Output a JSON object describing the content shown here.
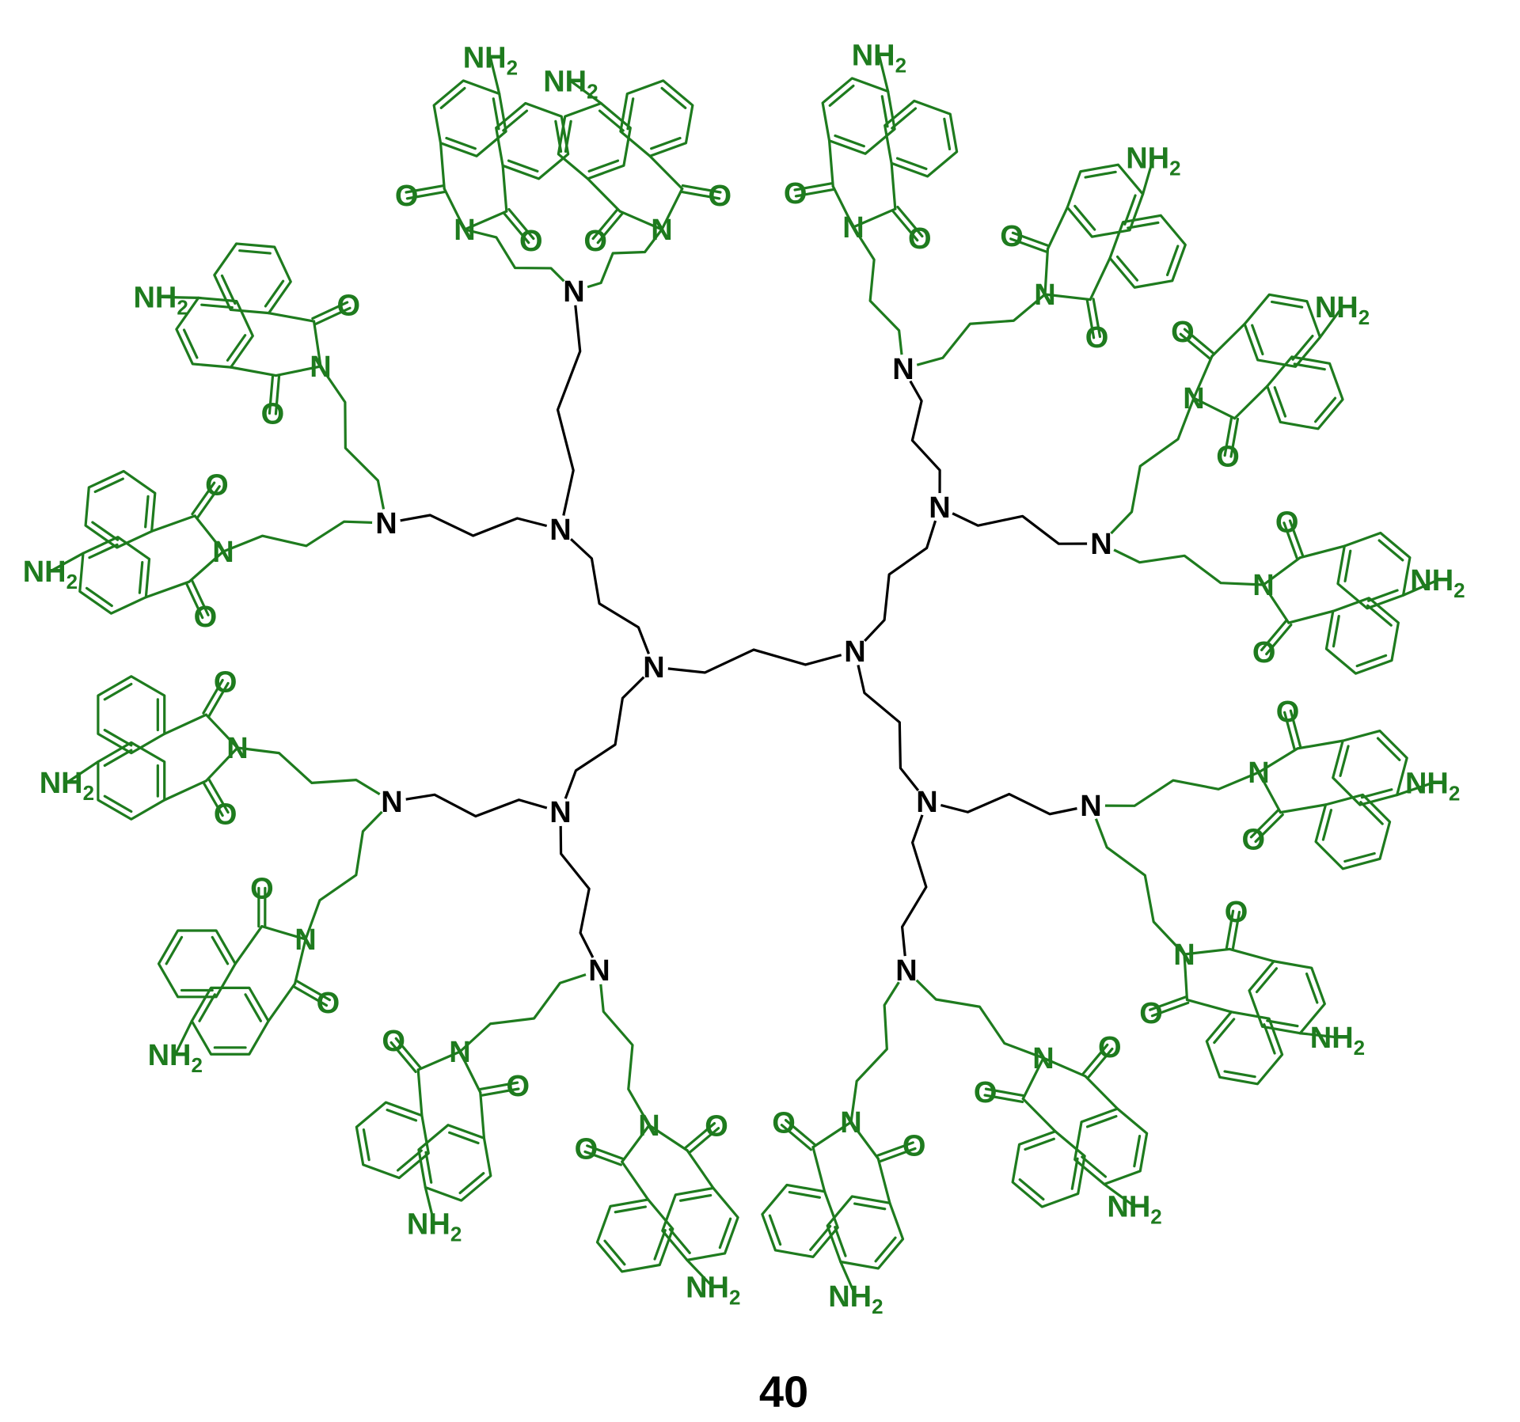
{
  "diagram": {
    "compound_number": "40",
    "colors": {
      "core": "#000000",
      "terminal_groups": "#1e7b1e",
      "background": "#ffffff"
    },
    "core": {
      "atom_label": "N",
      "n_core_nitrogens": 14,
      "description_hidden": true
    },
    "terminal_unit": {
      "imide_nitrogen_label": "N",
      "carbonyl_label": "O",
      "amine_label": "NH",
      "amine_subscript": "2",
      "count": 16
    }
  }
}
